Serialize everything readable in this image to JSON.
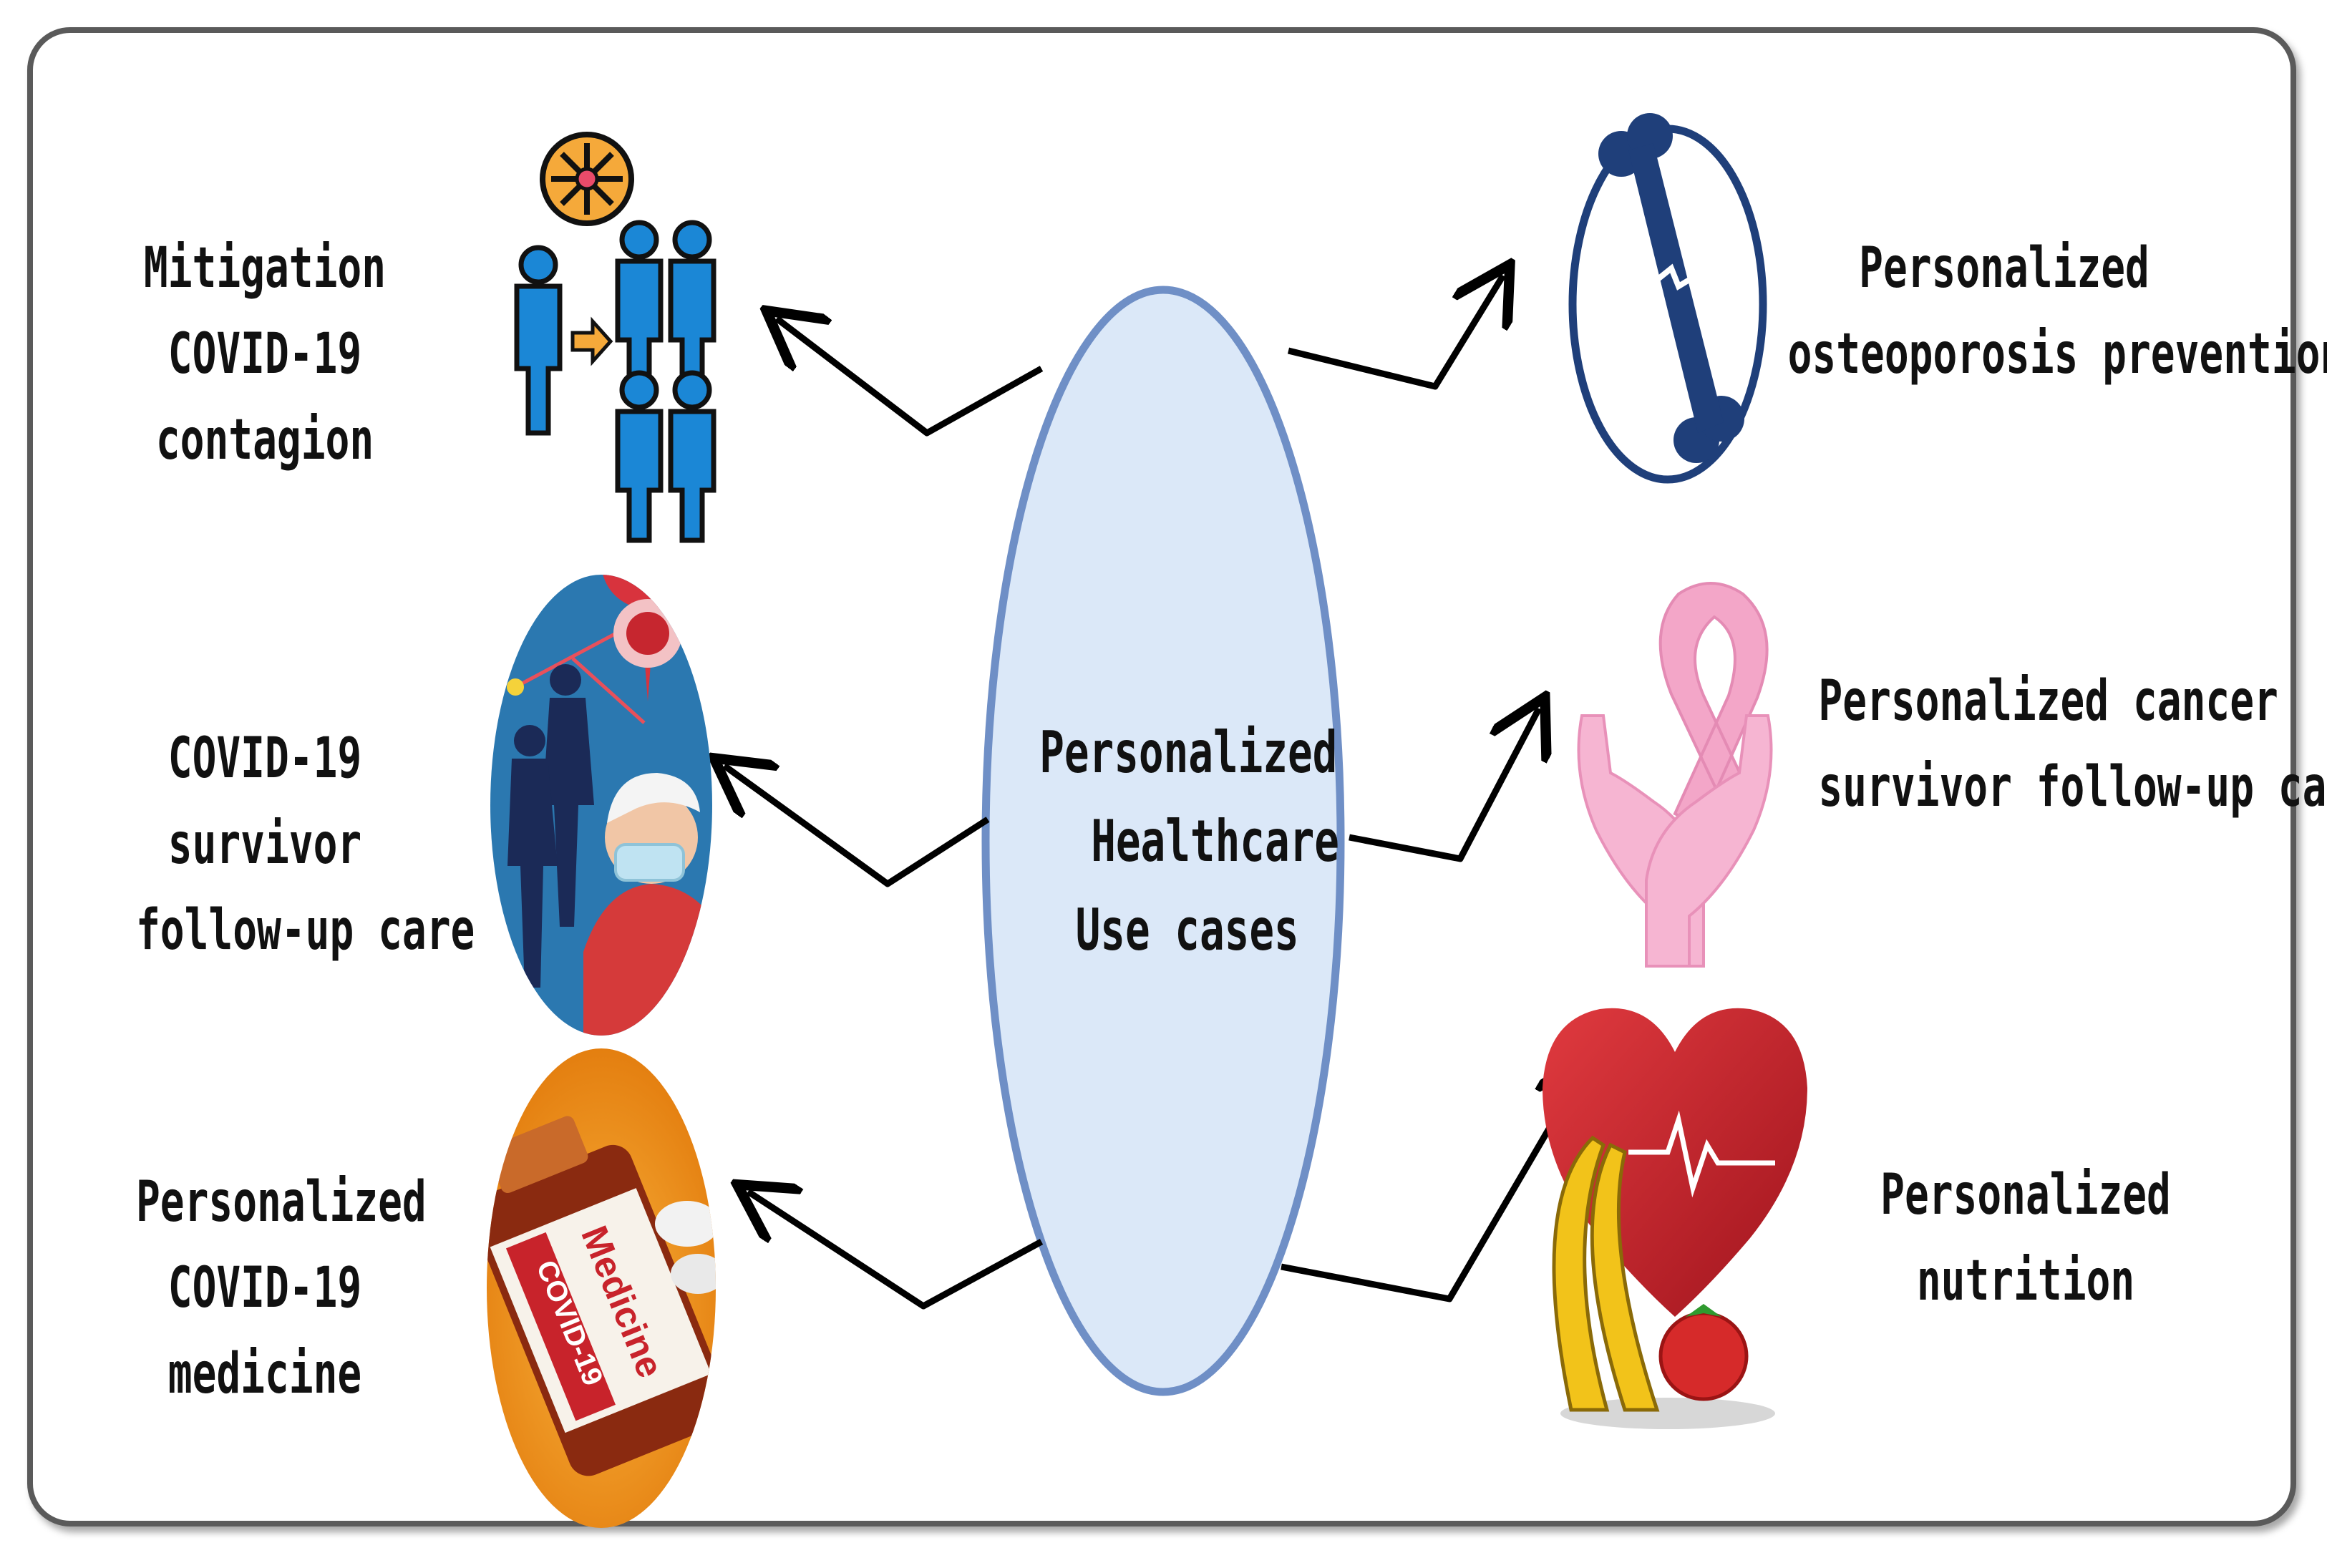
{
  "center": {
    "line1": "Personalized",
    "line2": "Healthcare",
    "line3": "Use cases"
  },
  "left": [
    {
      "lines": [
        "Mitigation",
        "COVID-19",
        "contagion"
      ],
      "icon": "people-contagion-icon"
    },
    {
      "lines": [
        "COVID-19",
        "survivor",
        "follow-up care"
      ],
      "icon": "covid-survivor-icon"
    },
    {
      "lines": [
        "Personalized",
        "COVID-19",
        "medicine"
      ],
      "icon": "covid-medicine-icon"
    }
  ],
  "right": [
    {
      "lines": [
        "Personalized",
        "osteoporosis prevention"
      ],
      "icon": "broken-bone-icon"
    },
    {
      "lines": [
        "Personalized cancer",
        "survivor follow-up care"
      ],
      "icon": "pink-ribbon-hands-icon"
    },
    {
      "lines": [
        "Personalized",
        "nutrition"
      ],
      "icon": "heart-fruit-icon"
    }
  ],
  "bottle_text": {
    "line1": "COVID-19",
    "line2": "Medicine"
  },
  "colors": {
    "ellipse_fill": "#dbe8f8",
    "ellipse_stroke": "#6f8fc6",
    "people_blue": "#1b87d6",
    "virus_orange": "#f5a93a",
    "bone_navy": "#1f3f7a",
    "ribbon_pink": "#f3a6c8",
    "heart_red": "#c8202a",
    "banana_yellow": "#f2c31a",
    "bottle_orange": "#f39a1c"
  }
}
